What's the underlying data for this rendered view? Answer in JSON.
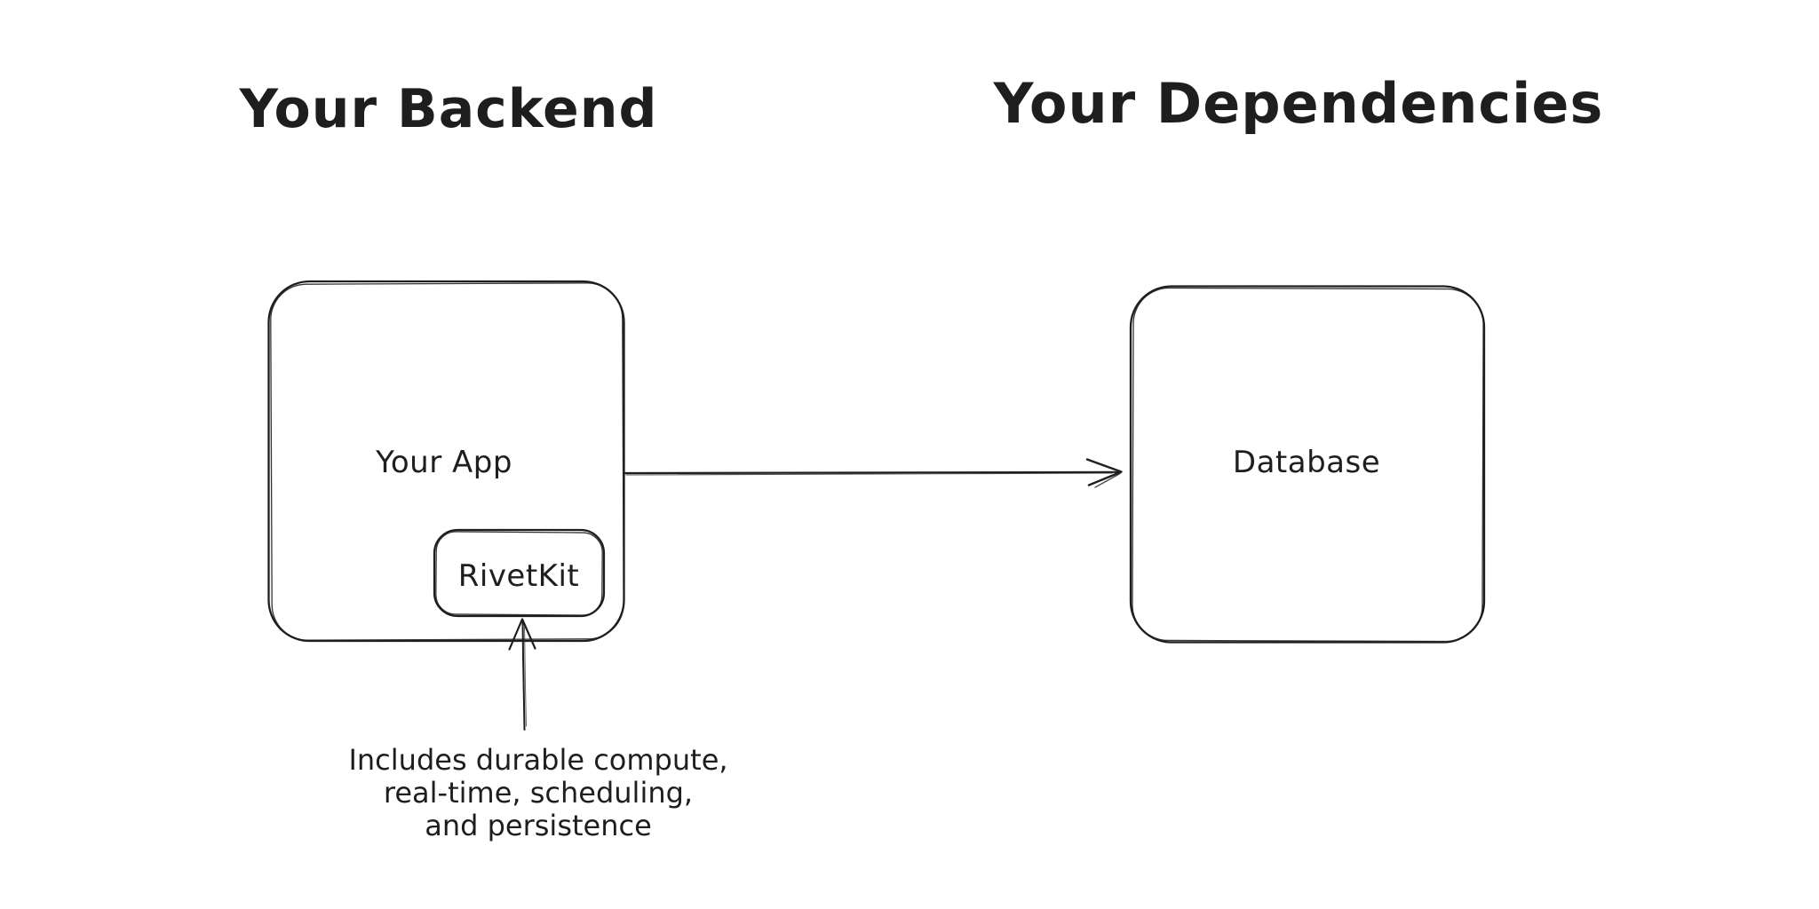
{
  "diagram": {
    "left_section": {
      "title": "Your Backend",
      "app_box": {
        "label": "Your App"
      },
      "rivetkit_box": {
        "label": "RivetKit"
      }
    },
    "right_section": {
      "title": "Your Dependencies",
      "database_box": {
        "label": "Database"
      }
    },
    "annotation": {
      "lines": [
        "Includes durable compute,",
        "real-time, scheduling,",
        "and persistence"
      ]
    },
    "connections": [
      {
        "from": "Your App",
        "to": "Database",
        "type": "arrow"
      },
      {
        "from": "annotation",
        "to": "RivetKit",
        "type": "arrow"
      }
    ],
    "colors": {
      "stroke": "#1e1e1e",
      "background": "#ffffff"
    }
  }
}
